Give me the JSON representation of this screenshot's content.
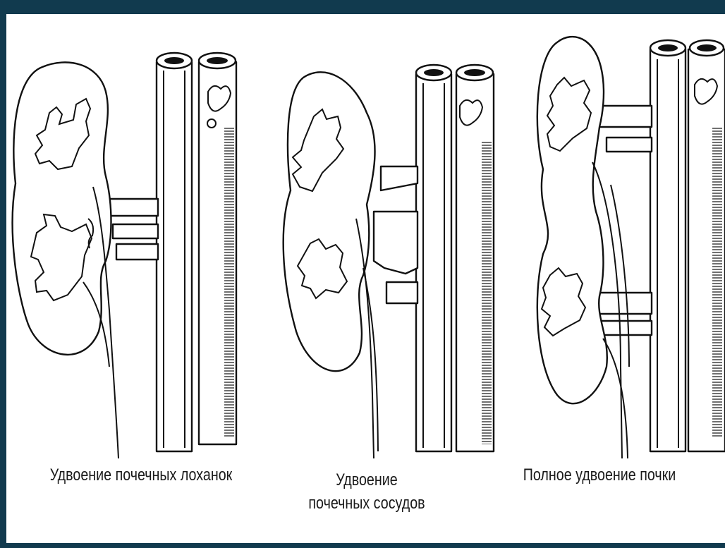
{
  "captions": {
    "pelvis": "Удвоение почечных лоханок",
    "vessels_line1": "Удвоение",
    "vessels_line2": "почечных сосудов",
    "complete": "Полное удвоение почки"
  },
  "colors": {
    "background": "#113a4e",
    "panel": "#ffffff",
    "ink": "#111111"
  }
}
